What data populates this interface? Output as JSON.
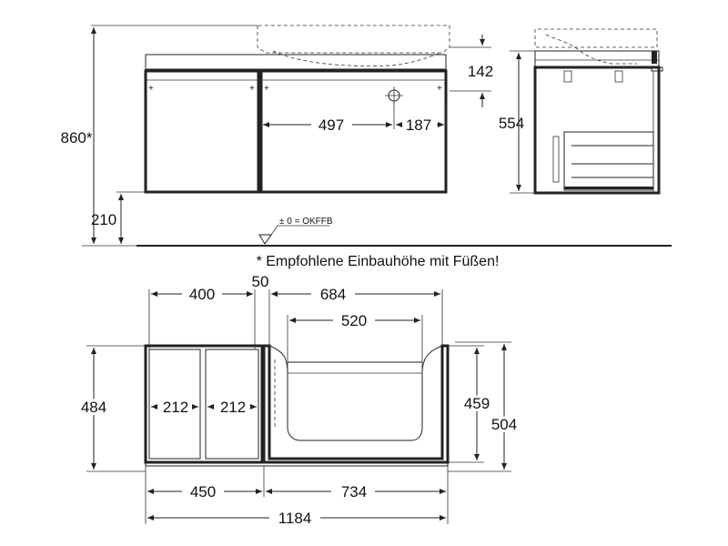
{
  "front_view": {
    "height_total": "860*",
    "height_basin": "142",
    "dim_tap_left": "497",
    "dim_tap_right": "187",
    "height_feet": "210",
    "floor_ref": "± 0 = OKFFB"
  },
  "side_view": {
    "height": "554"
  },
  "footnote": "* Empfohlene Einbauhöhe mit Füßen!",
  "top_view": {
    "dim_left_section": "400",
    "dim_gap": "50",
    "dim_right_section": "684",
    "dim_basin_inner": "520",
    "depth_left": "484",
    "door_width_1": "212",
    "door_width_2": "212",
    "depth_basin": "459",
    "depth_right": "504",
    "width_left": "450",
    "width_right": "734",
    "width_total": "1184"
  }
}
